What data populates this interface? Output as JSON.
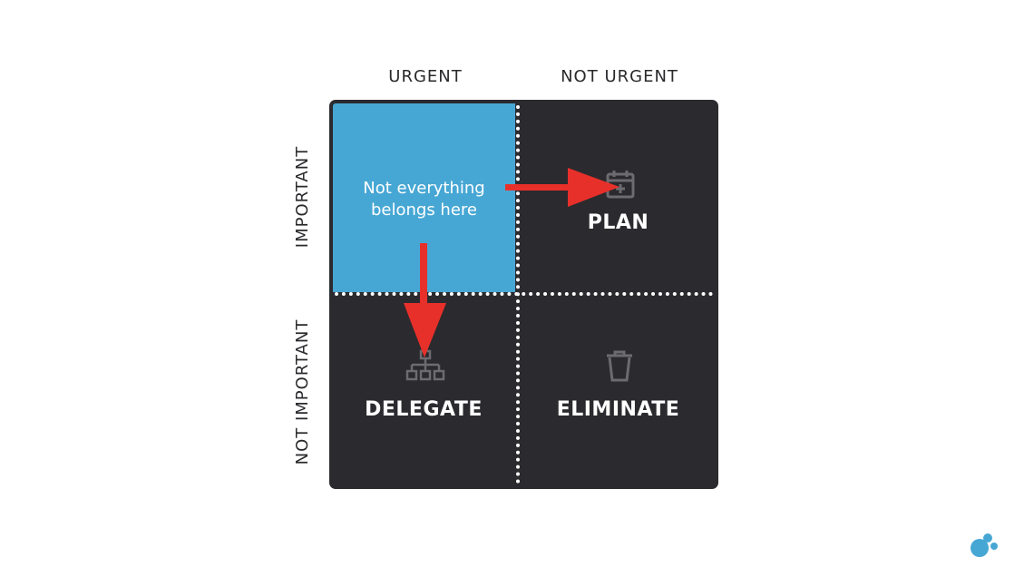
{
  "columns": {
    "urgent": "URGENT",
    "not_urgent": "NOT URGENT"
  },
  "rows": {
    "important": "IMPORTANT",
    "not_important": "NOT IMPORTANT"
  },
  "quadrants": {
    "do": {
      "note_line1": "Not everything",
      "note_line2": "belongs here"
    },
    "plan": {
      "label": "PLAN",
      "icon": "calendar-plus-icon"
    },
    "delegate": {
      "label": "DELEGATE",
      "icon": "org-chart-icon"
    },
    "eliminate": {
      "label": "ELIMINATE",
      "icon": "trash-icon"
    }
  },
  "colors": {
    "do_quadrant": "#47a7d4",
    "matrix_background": "#2b2a2e",
    "arrow": "#e8302a",
    "icon_gray": "#6b6b70",
    "logo": "#47a7d4"
  }
}
